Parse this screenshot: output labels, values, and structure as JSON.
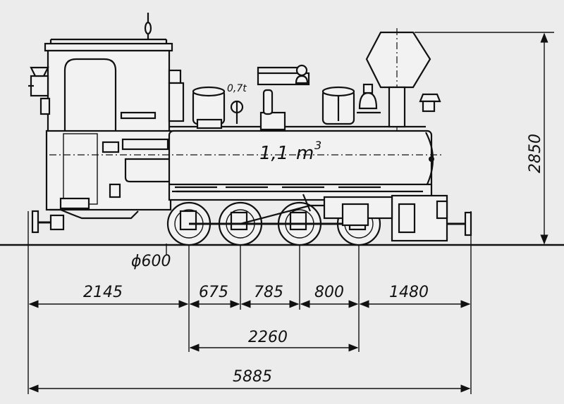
{
  "drawing": {
    "volume_label": "1,1",
    "volume_unit": "m",
    "volume_exp": "3",
    "coal_label": "0,7t",
    "wheel_label": "ϕ600",
    "height_label": "2850"
  },
  "dimensions": {
    "overhang_front": "2145",
    "axle_1_2": "675",
    "axle_2_3": "785",
    "axle_3_4": "800",
    "overhang_rear": "1480",
    "wheelbase": "2260",
    "total_length": "5885"
  }
}
